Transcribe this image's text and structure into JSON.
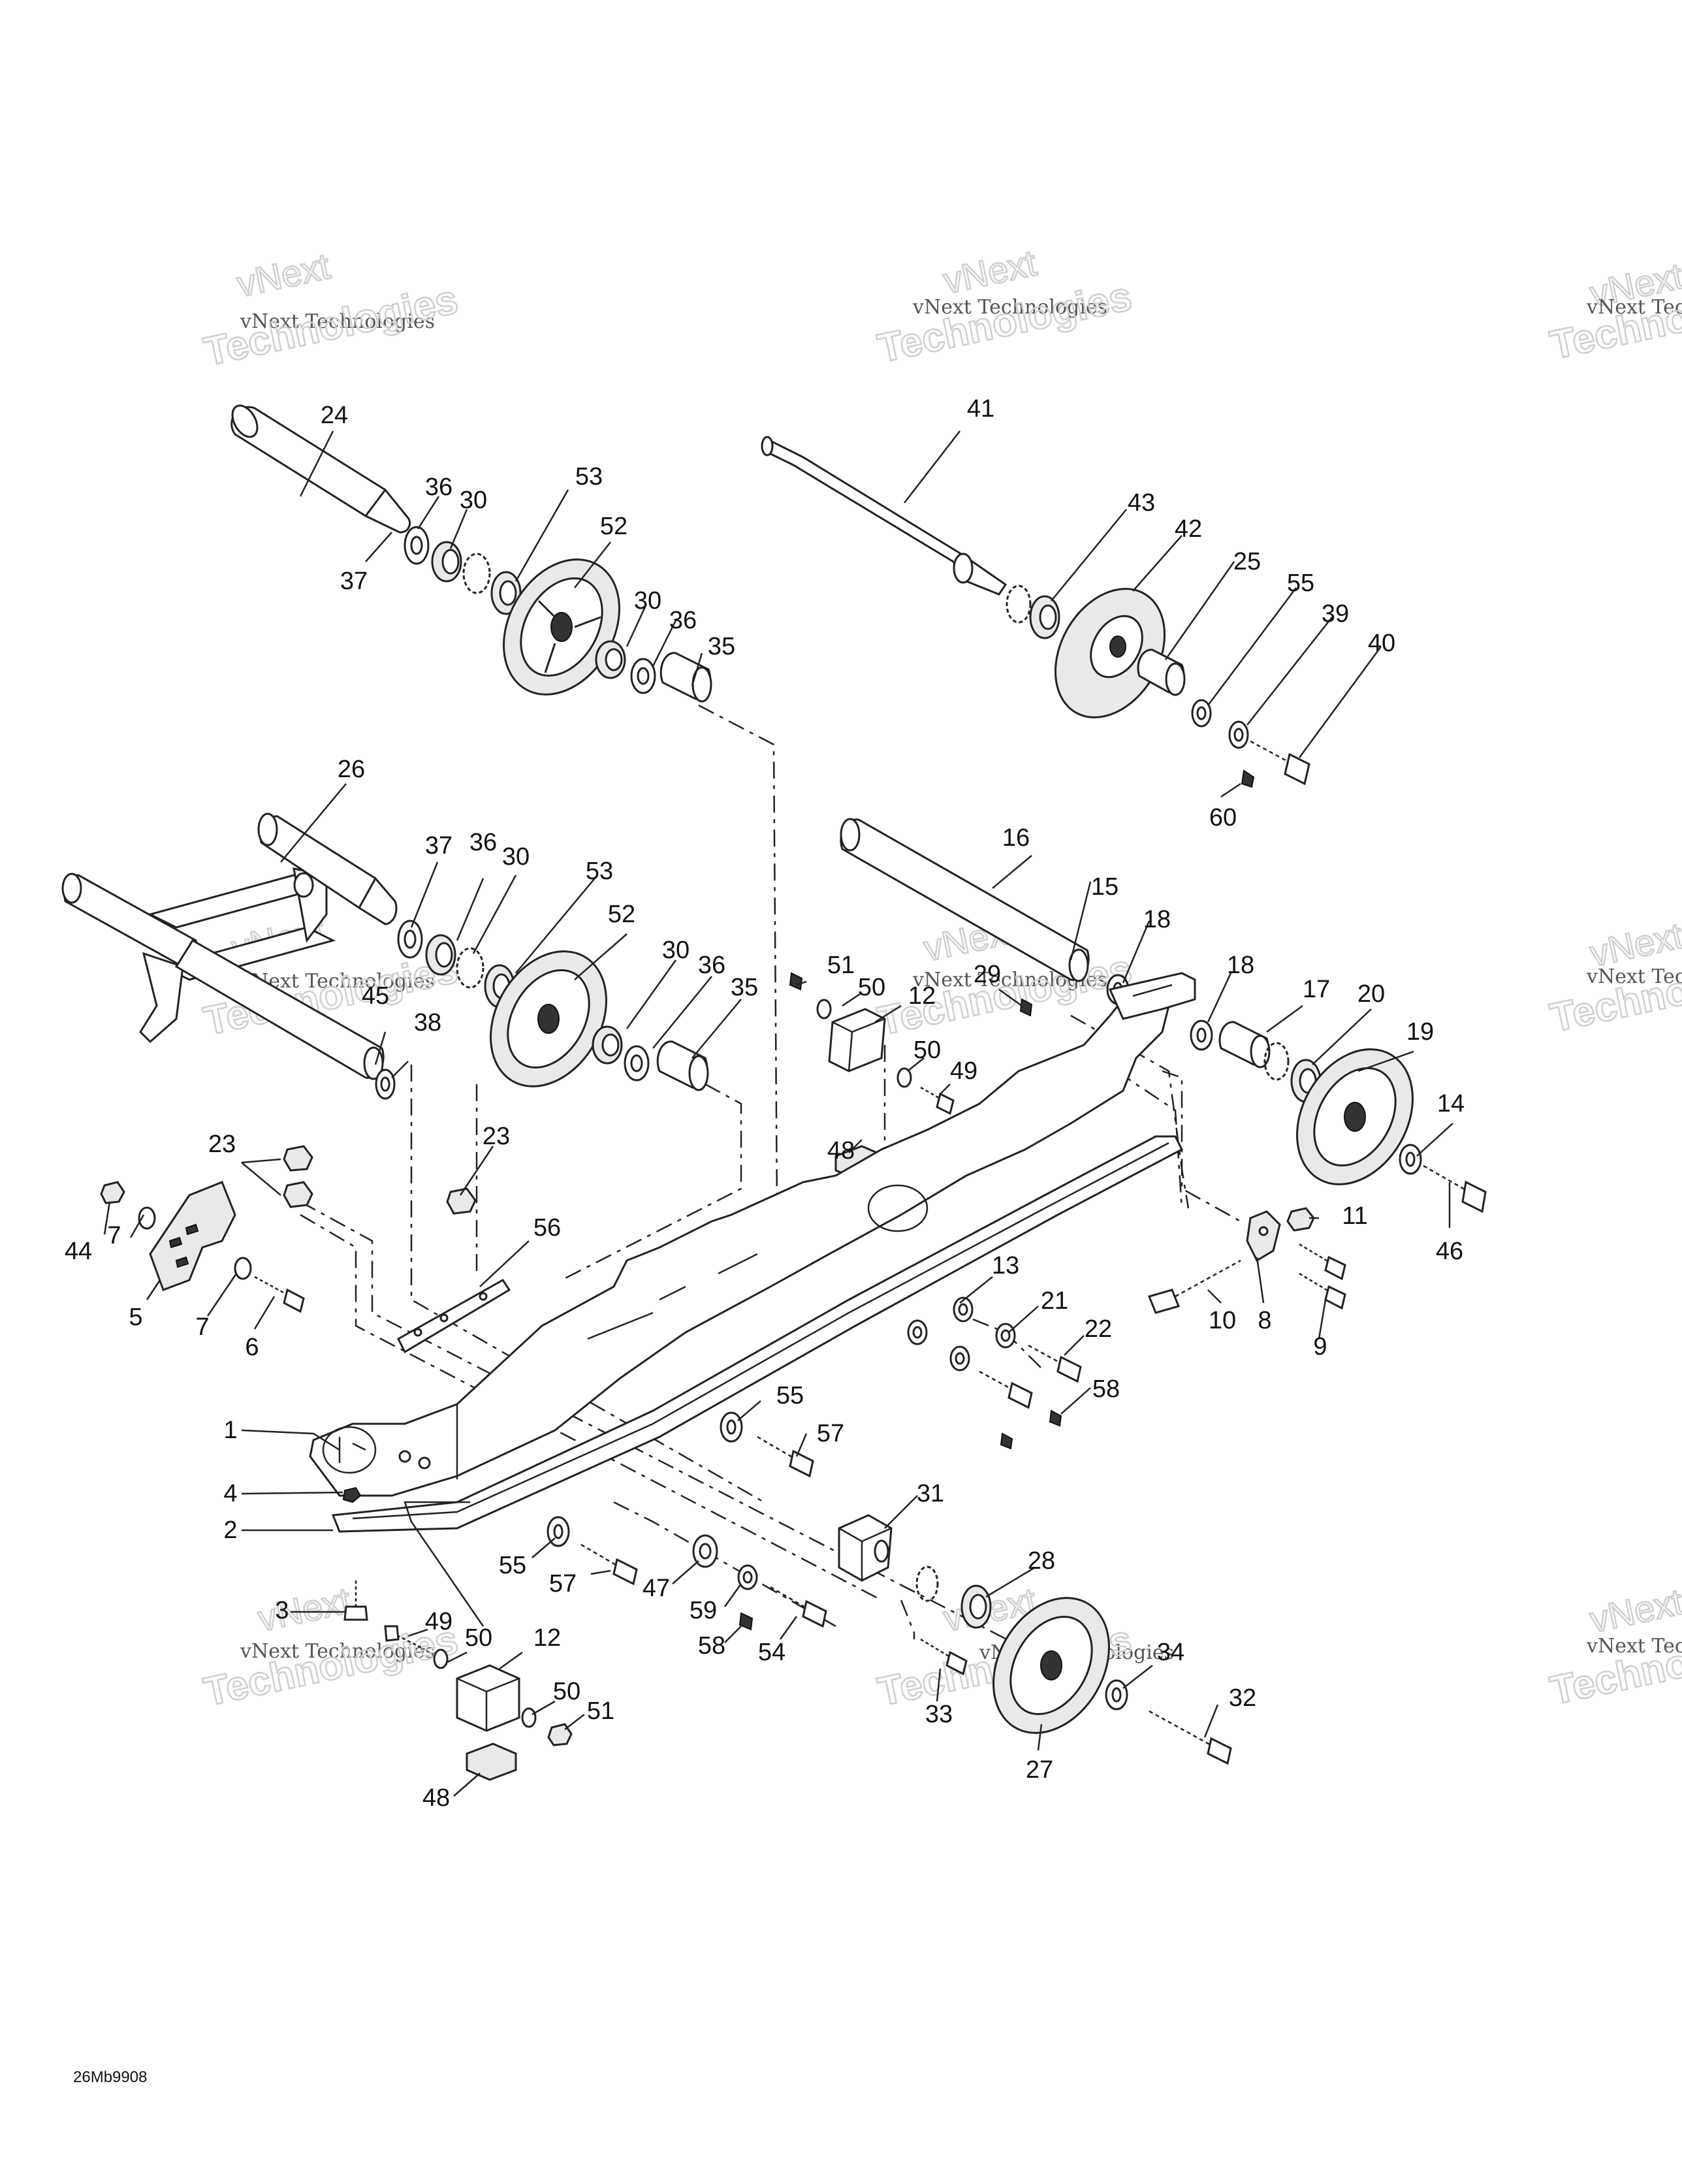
{
  "watermark": {
    "line1": "vNext Technologies",
    "line2": "Technologies",
    "line3": "vNext"
  },
  "drawing_code": "26Mb9908",
  "callouts": [
    "24",
    "41",
    "36",
    "30",
    "53",
    "37",
    "52",
    "43",
    "42",
    "25",
    "55",
    "39",
    "40",
    "35",
    "60",
    "26",
    "16",
    "37",
    "36",
    "30",
    "53",
    "15",
    "18",
    "51",
    "50",
    "12",
    "29",
    "52",
    "30",
    "36",
    "35",
    "18",
    "17",
    "20",
    "19",
    "45",
    "38",
    "50",
    "49",
    "14",
    "48",
    "23",
    "23",
    "44",
    "7",
    "46",
    "11",
    "5",
    "7",
    "6",
    "56",
    "13",
    "21",
    "22",
    "10",
    "8",
    "9",
    "58",
    "1",
    "55",
    "57",
    "31",
    "4",
    "2",
    "28",
    "55",
    "57",
    "47",
    "59",
    "3",
    "49",
    "58",
    "54",
    "50",
    "12",
    "34",
    "33",
    "32",
    "50",
    "51",
    "27",
    "48"
  ]
}
